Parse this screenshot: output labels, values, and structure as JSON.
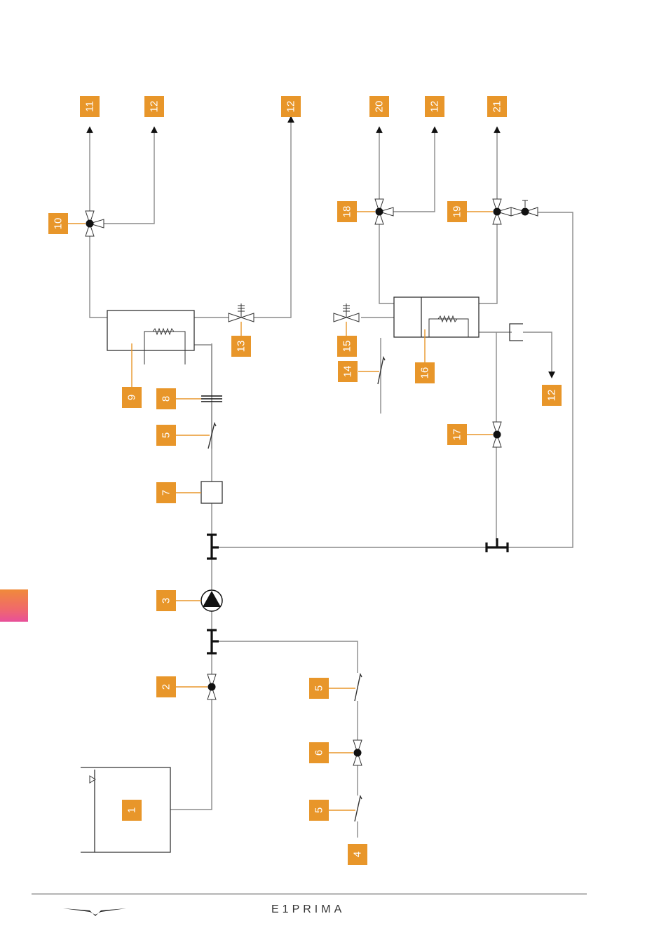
{
  "colors": {
    "accent": "#e8962a",
    "line": "#8a8a8a",
    "symbol": "#111111",
    "badge_text": "#ffffff"
  },
  "badges": [
    {
      "label": "11"
    },
    {
      "label": "12"
    },
    {
      "label": "12"
    },
    {
      "label": "20"
    },
    {
      "label": "12"
    },
    {
      "label": "21"
    },
    {
      "label": "10"
    },
    {
      "label": "18"
    },
    {
      "label": "19"
    },
    {
      "label": "15"
    },
    {
      "label": "13"
    },
    {
      "label": "14"
    },
    {
      "label": "16"
    },
    {
      "label": "9"
    },
    {
      "label": "8"
    },
    {
      "label": "12"
    },
    {
      "label": "5"
    },
    {
      "label": "17"
    },
    {
      "label": "7"
    },
    {
      "label": "3"
    },
    {
      "label": "2"
    },
    {
      "label": "5"
    },
    {
      "label": "6"
    },
    {
      "label": "1"
    },
    {
      "label": "5"
    },
    {
      "label": "4"
    }
  ],
  "footer": {
    "brand": "E1PRIMA",
    "logo_icon": "wing-logo-icon"
  },
  "side_tab_icon": "section-tab"
}
